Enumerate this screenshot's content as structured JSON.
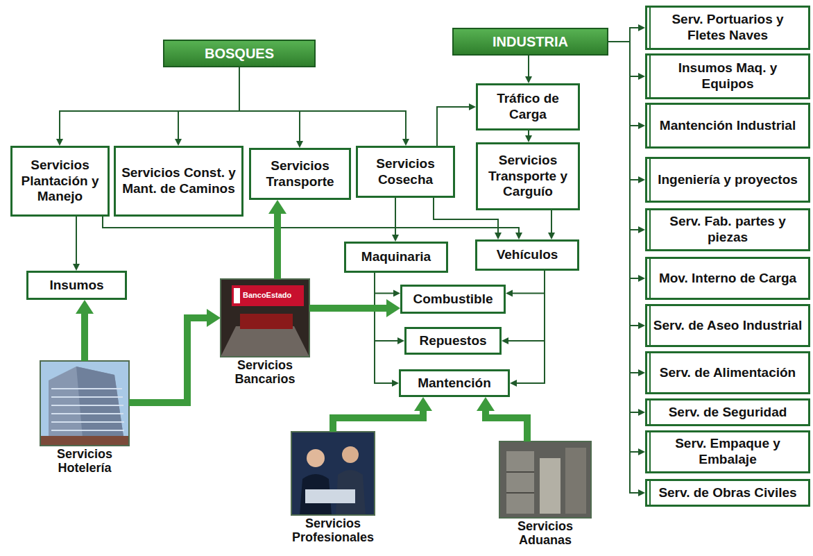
{
  "diagram": {
    "nodes": [
      {
        "text": [
          "BOSQUES"
        ]
      },
      {
        "text": [
          "INDUSTRIA"
        ]
      },
      {
        "text": [
          "Tráfico de Carga"
        ]
      },
      {
        "text": [
          "Servicios Plantación y Manejo"
        ]
      },
      {
        "text": [
          "Servicios Const. y Mant. de Caminos"
        ]
      },
      {
        "text": [
          "Servicios Transporte"
        ]
      },
      {
        "text": [
          "Servicios Cosecha"
        ]
      },
      {
        "text": [
          "Servicios Transporte y Carguío"
        ]
      },
      {
        "text": [
          "Maquinaria"
        ]
      },
      {
        "text": [
          "Vehículos"
        ]
      },
      {
        "text": [
          "Insumos"
        ]
      },
      {
        "text": [
          "Combustible"
        ]
      },
      {
        "text": [
          "Repuestos"
        ]
      },
      {
        "text": [
          "Mantención"
        ]
      },
      {
        "text": [
          "Serv. Portuarios y Fletes Naves"
        ]
      },
      {
        "text": [
          "Insumos Maq. y Equipos"
        ]
      },
      {
        "text": [
          "Mantención Industrial"
        ]
      },
      {
        "text": [
          "Ingeniería y proyectos"
        ]
      },
      {
        "text": [
          "Serv. Fab. partes y piezas"
        ]
      },
      {
        "text": [
          "Mov. Interno de Carga"
        ]
      },
      {
        "text": [
          "Serv. de Aseo Industrial"
        ]
      },
      {
        "text": [
          "Serv. de Alimentación"
        ]
      },
      {
        "text": [
          "Serv. de Seguridad"
        ]
      },
      {
        "text": [
          "Serv. Empaque y Embalaje"
        ]
      },
      {
        "text": [
          "Serv. de Obras Civiles"
        ]
      },
      {
        "text": [
          "Servicios Hotelería"
        ]
      },
      {
        "text": [
          "Servicios Bancarios"
        ]
      },
      {
        "text": [
          "Servicios Profesionales"
        ]
      },
      {
        "text": [
          "Servicios Aduanas"
        ]
      }
    ],
    "edges": [
      {
        "from": 0,
        "to": 3,
        "arrow": "to"
      },
      {
        "from": 0,
        "to": 4,
        "arrow": "to"
      },
      {
        "from": 0,
        "to": 5,
        "arrow": "to"
      },
      {
        "from": 0,
        "to": 6,
        "arrow": "to"
      },
      {
        "from": 6,
        "to": 2,
        "arrow": "to"
      },
      {
        "from": 1,
        "to": 2,
        "arrow": "to"
      },
      {
        "from": 2,
        "to": 7,
        "arrow": "to"
      },
      {
        "from": 1,
        "to": 14,
        "arrow": "to"
      },
      {
        "from": 1,
        "to": 15,
        "arrow": "to"
      },
      {
        "from": 1,
        "to": 16,
        "arrow": "to"
      },
      {
        "from": 1,
        "to": 17,
        "arrow": "to"
      },
      {
        "from": 1,
        "to": 18,
        "arrow": "to"
      },
      {
        "from": 1,
        "to": 19,
        "arrow": "to"
      },
      {
        "from": 1,
        "to": 20,
        "arrow": "to"
      },
      {
        "from": 1,
        "to": 21,
        "arrow": "to"
      },
      {
        "from": 1,
        "to": 22,
        "arrow": "to"
      },
      {
        "from": 1,
        "to": 23,
        "arrow": "to"
      },
      {
        "from": 1,
        "to": 24,
        "arrow": "to"
      },
      {
        "from": 3,
        "to": 10,
        "arrow": "to"
      },
      {
        "from": 3,
        "to": 9,
        "arrow": "to"
      },
      {
        "from": 6,
        "to": 9,
        "arrow": "to"
      },
      {
        "from": 6,
        "to": 8,
        "arrow": "to"
      },
      {
        "from": 7,
        "to": 9,
        "arrow": "to"
      },
      {
        "from": 8,
        "to": 11,
        "arrow": "to"
      },
      {
        "from": 8,
        "to": 12,
        "arrow": "to"
      },
      {
        "from": 8,
        "to": 13,
        "arrow": "to"
      },
      {
        "from": 9,
        "to": 11,
        "arrow": "to"
      },
      {
        "from": 9,
        "to": 12,
        "arrow": "to"
      },
      {
        "from": 9,
        "to": 13,
        "arrow": "to"
      },
      {
        "from": 25,
        "to": 10,
        "arrow": "to"
      },
      {
        "from": 25,
        "to": 26,
        "arrow": "to"
      },
      {
        "from": 26,
        "to": 5,
        "arrow": "to"
      },
      {
        "from": 26,
        "to": 11,
        "arrow": "to"
      },
      {
        "from": 27,
        "to": 13,
        "arrow": "to"
      },
      {
        "from": 28,
        "to": 13,
        "arrow": "to"
      }
    ],
    "labels": [
      "BancoEstado"
    ]
  }
}
